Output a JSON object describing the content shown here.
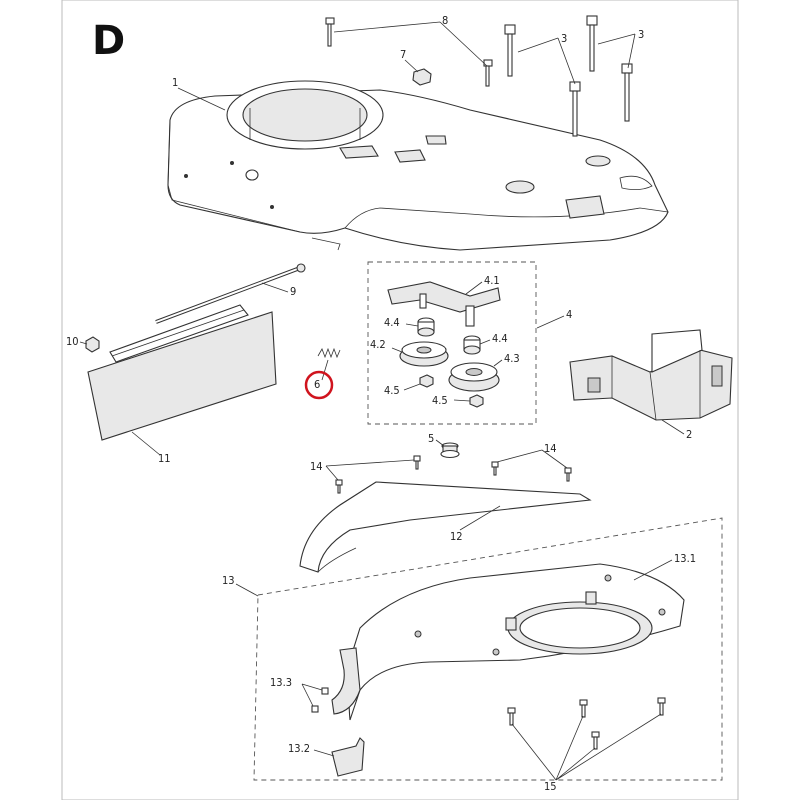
{
  "section_letter": "D",
  "highlight_color": "#d0141e",
  "labels": {
    "p1": "1",
    "p2": "2",
    "p3a": "3",
    "p3b": "3",
    "p4": "4",
    "p4_1": "4.1",
    "p4_2": "4.2",
    "p4_3": "4.3",
    "p4_4a": "4.4",
    "p4_4b": "4.4",
    "p4_5a": "4.5",
    "p4_5b": "4.5",
    "p5": "5",
    "p6": "6",
    "p7": "7",
    "p8": "8",
    "p9": "9",
    "p10": "10",
    "p11": "11",
    "p12": "12",
    "p13": "13",
    "p13_1": "13.1",
    "p13_2": "13.2",
    "p13_3": "13.3",
    "p14a": "14",
    "p14b": "14",
    "p15": "15"
  }
}
